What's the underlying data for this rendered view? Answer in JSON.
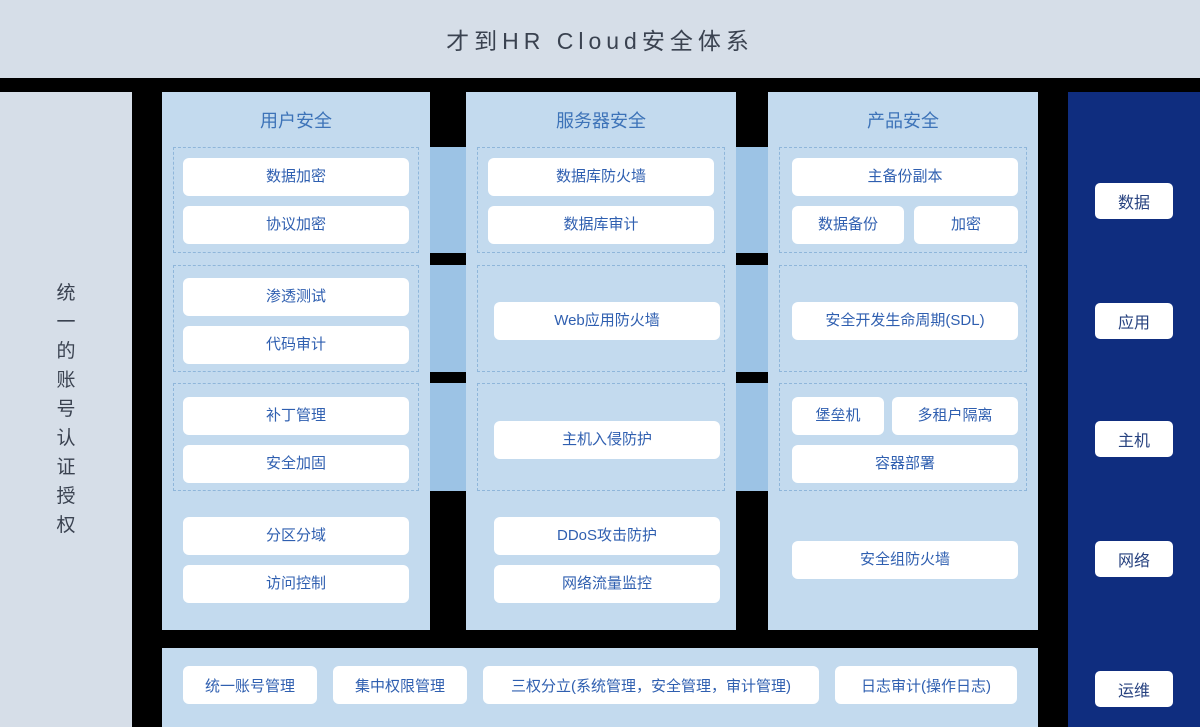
{
  "header": {
    "title": "才到HR Cloud安全体系"
  },
  "left_panel": {
    "label": "统一的账号认证授权"
  },
  "right_panel": {
    "badges": [
      {
        "label": "数据"
      },
      {
        "label": "应用"
      },
      {
        "label": "主机"
      },
      {
        "label": "网络"
      },
      {
        "label": "运维"
      }
    ]
  },
  "columns": [
    {
      "title": "用户安全",
      "boxes": [
        {
          "label": "数据加密"
        },
        {
          "label": "协议加密"
        },
        {
          "label": "渗透测试"
        },
        {
          "label": "代码审计"
        },
        {
          "label": "补丁管理"
        },
        {
          "label": "安全加固"
        },
        {
          "label": "分区分域"
        },
        {
          "label": "访问控制"
        }
      ]
    },
    {
      "title": "服务器安全",
      "boxes": [
        {
          "label": "数据库防火墙"
        },
        {
          "label": "数据库审计"
        },
        {
          "label": "Web应用防火墙"
        },
        {
          "label": "主机入侵防护"
        },
        {
          "label": "DDoS攻击防护"
        },
        {
          "label": "网络流量监控"
        }
      ]
    },
    {
      "title": "产品安全",
      "boxes": [
        {
          "label": "主备份副本"
        },
        {
          "label": "数据备份"
        },
        {
          "label": "加密"
        },
        {
          "label": "安全开发生命周期(SDL)"
        },
        {
          "label": "堡垒机"
        },
        {
          "label": "多租户隔离"
        },
        {
          "label": "容器部署"
        },
        {
          "label": "安全组防火墙"
        }
      ]
    }
  ],
  "bottom_panel": {
    "boxes": [
      {
        "label": "统一账号管理"
      },
      {
        "label": "集中权限管理"
      },
      {
        "label": "三权分立(系统管理，安全管理，审计管理)"
      },
      {
        "label": "日志审计(操作日志)"
      }
    ]
  },
  "colors": {
    "page_background": "#000000",
    "title_background": "#d6dee8",
    "column_background": "#c3daee",
    "band_background": "#9cc3e5",
    "navy_panel": "#0f2d7f",
    "box_text": "#2f5fb0",
    "column_title_text": "#3d73b8",
    "dashed_border": "#8fb6da"
  }
}
